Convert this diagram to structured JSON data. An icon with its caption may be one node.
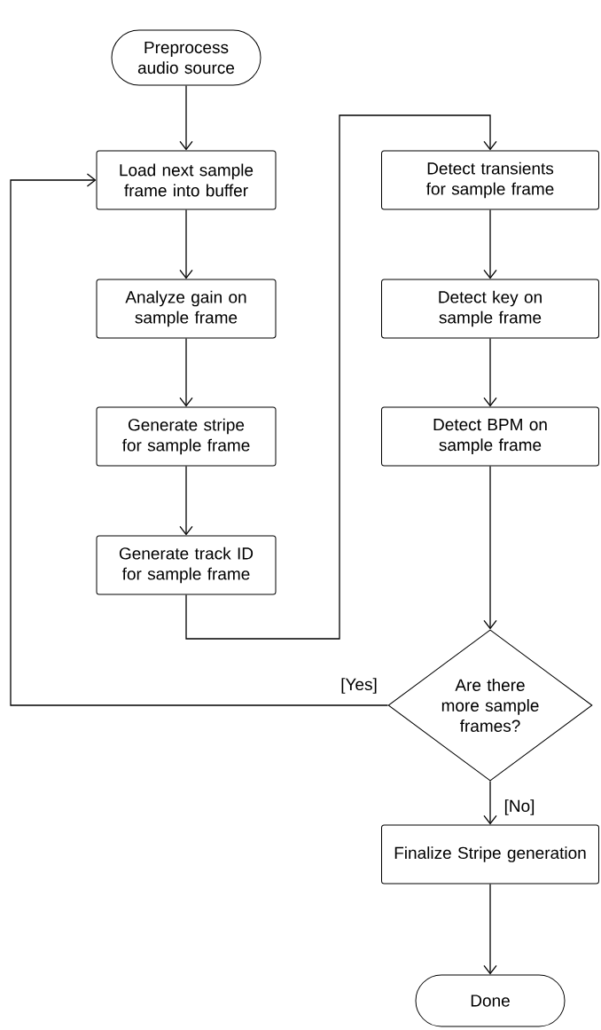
{
  "diagram": {
    "nodes": [
      {
        "text": [
          "Preprocess audio source"
        ]
      },
      {
        "text": [
          "Load next sample frame into buffer"
        ]
      },
      {
        "text": [
          "Analyze gain on sample frame"
        ]
      },
      {
        "text": [
          "Generate stripe for sample frame"
        ]
      },
      {
        "text": [
          "Generate track ID for sample frame"
        ]
      },
      {
        "text": [
          "Detect transients for sample frame"
        ]
      },
      {
        "text": [
          "Detect key on sample frame"
        ]
      },
      {
        "text": [
          "Detect BPM on sample frame"
        ]
      },
      {
        "text": [
          "Are there more sample frames?"
        ]
      },
      {
        "text": [
          "Finalize Stripe generation"
        ]
      },
      {
        "text": [
          "Done"
        ]
      }
    ],
    "edges": [
      {
        "from": 0,
        "to": 1,
        "arrow": "to"
      },
      {
        "from": 1,
        "to": 2,
        "arrow": "to"
      },
      {
        "from": 2,
        "to": 3,
        "arrow": "to"
      },
      {
        "from": 3,
        "to": 4,
        "arrow": "to"
      },
      {
        "from": 4,
        "to": 5,
        "arrow": "to"
      },
      {
        "from": 5,
        "to": 6,
        "arrow": "to"
      },
      {
        "from": 6,
        "to": 7,
        "arrow": "to"
      },
      {
        "from": 7,
        "to": 8,
        "arrow": "to"
      },
      {
        "from": 8,
        "to": 1,
        "arrow": "to",
        "label": "[Yes]"
      },
      {
        "from": 8,
        "to": 9,
        "arrow": "to",
        "label": "[No]"
      },
      {
        "from": 9,
        "to": 10,
        "arrow": "to"
      }
    ]
  }
}
